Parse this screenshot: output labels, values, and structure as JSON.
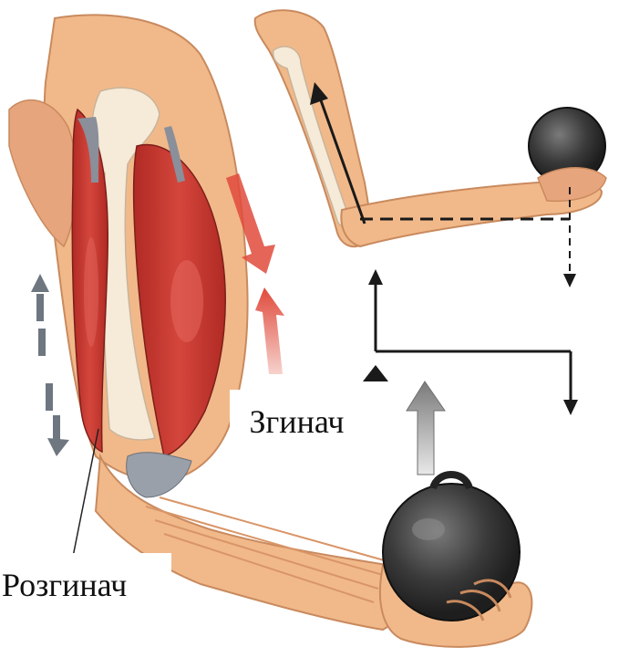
{
  "labels": {
    "flexor": "Згинач",
    "extensor": "Розгинач"
  },
  "colors": {
    "skin": "#f1b98a",
    "skin_shadow": "#d99567",
    "muscle": "#c8342c",
    "muscle_light": "#e2645a",
    "bone": "#f6ead8",
    "tendon": "#8a8f9a",
    "ball": "#3a3a3a",
    "arrow_red": "#e04a3c",
    "arrow_gray": "#8c8c8c",
    "line": "#1a1a1a"
  },
  "icons": {
    "main_figure": "arm-muscles-illustration",
    "inset_figure": "elbow-lever-diagram",
    "weight": "kettlebell-icon"
  }
}
